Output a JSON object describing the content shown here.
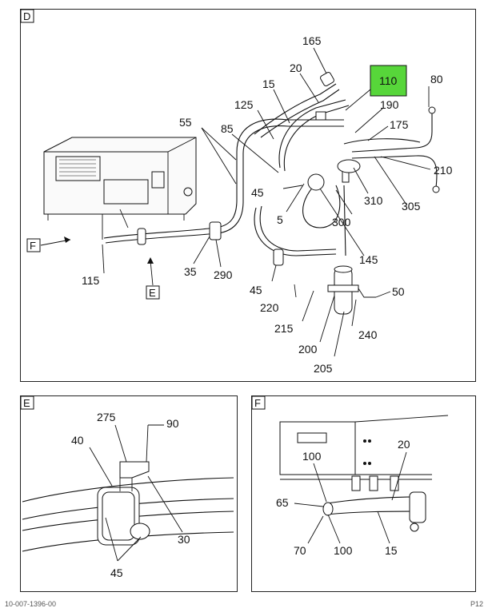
{
  "views": {
    "d": {
      "tag": "D"
    },
    "e": {
      "tag": "E"
    },
    "f": {
      "tag": "F"
    }
  },
  "view_refs": {
    "f": "F",
    "e": "E"
  },
  "highlight": {
    "label": "110",
    "color": "#57d63a"
  },
  "callouts_d": [
    "165",
    "20",
    "15",
    "125",
    "190",
    "80",
    "175",
    "55",
    "85",
    "210",
    "45",
    "310",
    "5",
    "300",
    "305",
    "145",
    "115",
    "35",
    "290",
    "45",
    "220",
    "50",
    "215",
    "240",
    "200",
    "205"
  ],
  "callouts_e": [
    "275",
    "90",
    "40",
    "30",
    "45"
  ],
  "callouts_f": [
    "20",
    "100",
    "65",
    "100",
    "70",
    "15"
  ],
  "footer": {
    "left": "10-007-1396-00",
    "right": "P12"
  }
}
